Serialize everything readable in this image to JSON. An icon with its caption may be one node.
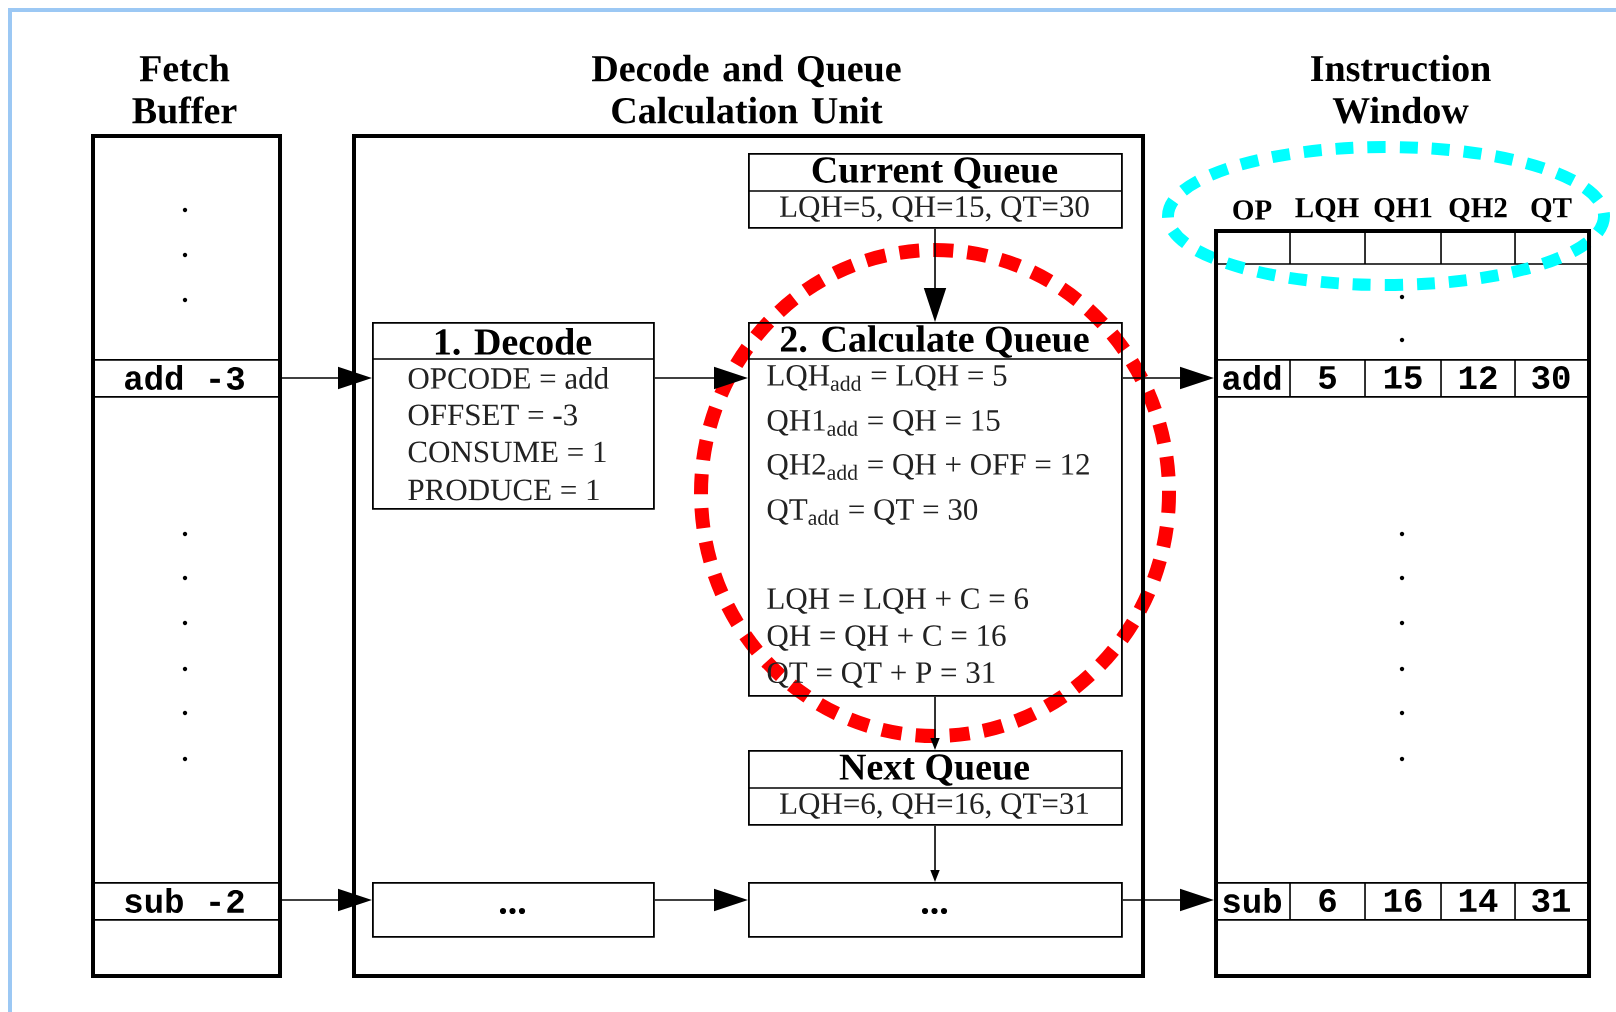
{
  "diagram": {
    "nodes": [
      {
        "text": [
          "Fetch Buffer"
        ]
      },
      {
        "text": [
          "add -3"
        ],
        "in": 0
      },
      {
        "text": [
          "sub -2"
        ],
        "in": 0
      },
      {
        "text": [
          "Decode and Queue Calculation Unit"
        ]
      },
      {
        "text": [
          "Current Queue",
          "LQH=5, QH=15, QT=30"
        ],
        "in": 3
      },
      {
        "text": [
          "1. Decode",
          "OPCODE = add",
          "OFFSET = -3",
          "CONSUME = 1",
          "PRODUCE = 1"
        ],
        "in": 3
      },
      {
        "text": [
          "2. Calculate Queue",
          "LQH$_{add}$ = LQH = 5",
          "QH1$_{add}$ = QH = 15",
          "QH2$_{add}$ = QH + OFF = 12",
          "QT$_{add}$ = QT = 30",
          "LQH = LQH + C = 6",
          "QH = QH + C = 16",
          "QT = QT + P = 31"
        ],
        "in": 3
      },
      {
        "text": [
          "Next Queue",
          "LQH=6, QH=16, QT=31"
        ],
        "in": 3
      },
      {
        "text": [
          "..."
        ],
        "in": 3
      },
      {
        "text": [
          "..."
        ],
        "in": 3
      },
      {
        "text": [
          "Instruction Window"
        ]
      },
      {
        "text": [
          "add",
          "5",
          "15",
          "12",
          "30"
        ],
        "in": 10
      },
      {
        "text": [
          "sub",
          "6",
          "16",
          "14",
          "31"
        ],
        "in": 10
      }
    ],
    "edges": [
      {
        "from": 1,
        "to": 5,
        "arrow": "to"
      },
      {
        "from": 5,
        "to": 6,
        "arrow": "to"
      },
      {
        "from": 6,
        "to": 11,
        "arrow": "to"
      },
      {
        "from": 4,
        "to": 6,
        "arrow": "to"
      },
      {
        "from": 6,
        "to": 7,
        "arrow": "to"
      },
      {
        "from": 7,
        "to": 9,
        "arrow": "to"
      },
      {
        "from": 2,
        "to": 8,
        "arrow": "to"
      },
      {
        "from": 8,
        "to": 9,
        "arrow": "to"
      },
      {
        "from": 9,
        "to": 12,
        "arrow": "to"
      }
    ],
    "labels": [
      "OP",
      "LQH",
      "QH1",
      "QH2",
      "QT"
    ]
  }
}
